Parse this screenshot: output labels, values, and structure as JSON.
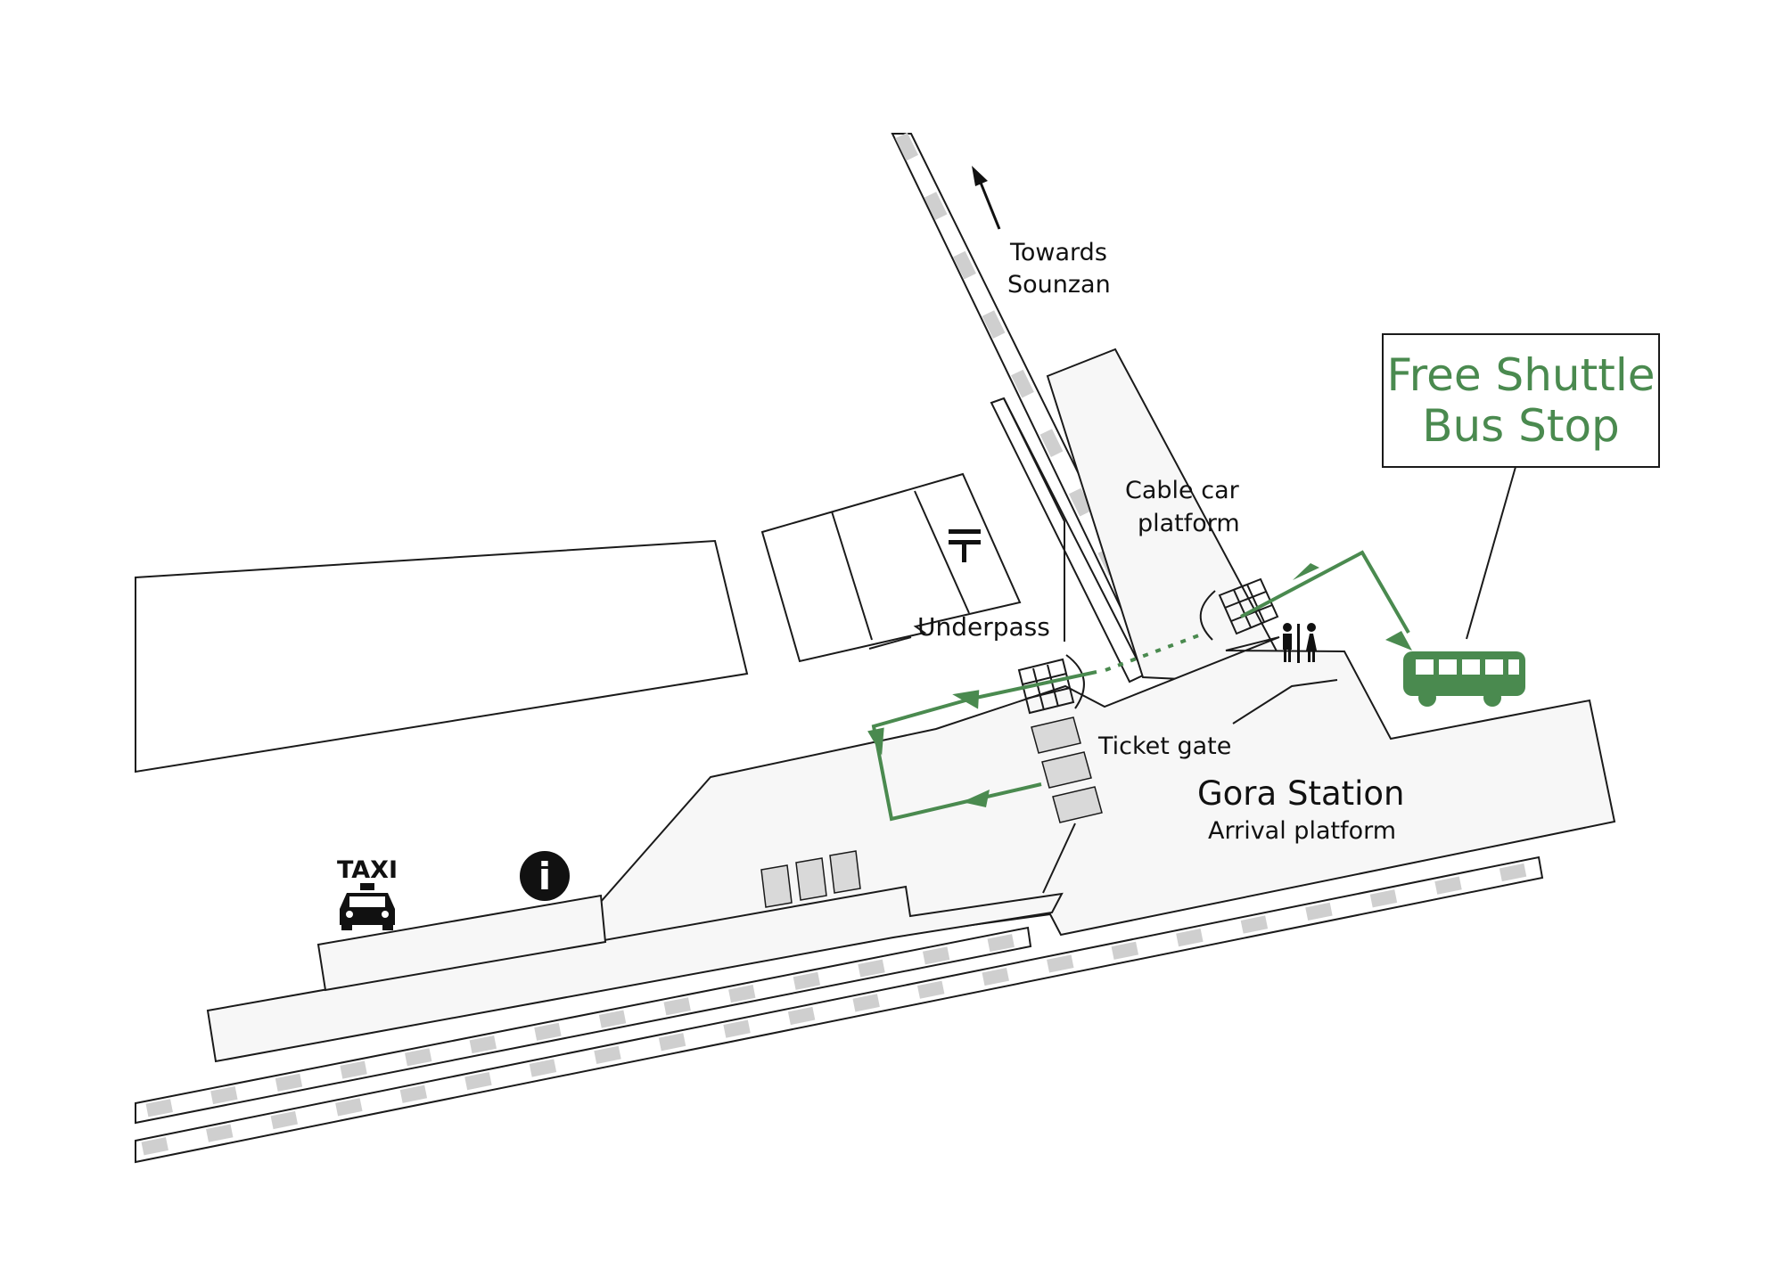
{
  "labels": {
    "towards_line1": "Towards",
    "towards_line2": "Sounzan",
    "cable_car_line1": "Cable car",
    "cable_car_line2": "platform",
    "underpass": "Underpass",
    "ticket_gate": "Ticket gate",
    "station_name": "Gora Station",
    "arrival_platform": "Arrival platform",
    "shuttle_line1": "Free Shuttle",
    "shuttle_line2": "Bus Stop",
    "taxi": "TAXI",
    "info_glyph": "i"
  },
  "icons": [
    "post-office-icon",
    "restroom-icon",
    "bus-icon",
    "taxi-icon",
    "information-icon",
    "north-arrow-icon"
  ],
  "colors": {
    "route": "#4a8a4f",
    "building_fill": "#f7f7f7",
    "gate_fill": "#d9d9d9",
    "line": "#1a1a1a",
    "track_dash": "#cfcfcf"
  }
}
